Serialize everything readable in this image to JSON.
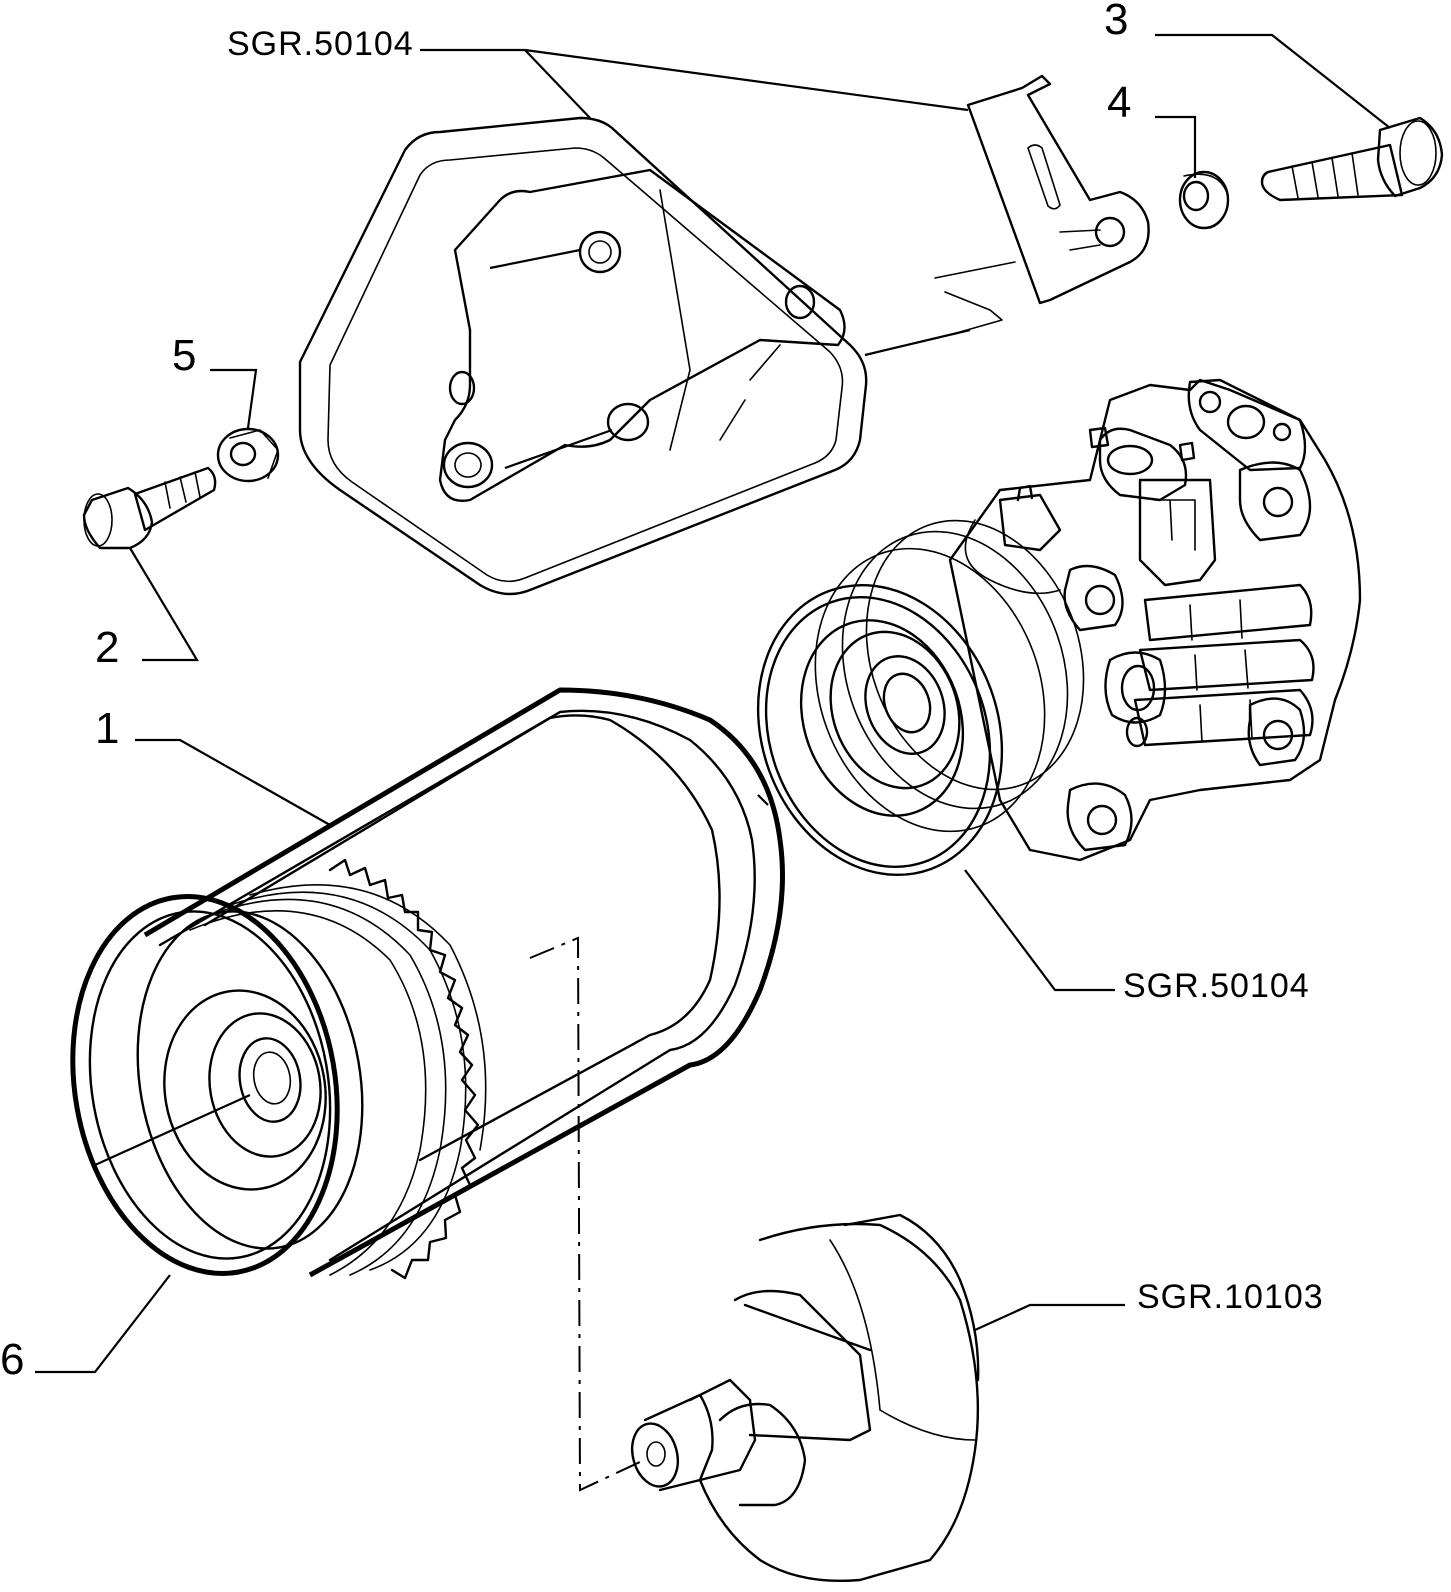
{
  "callouts": {
    "part_1": "1",
    "part_2": "2",
    "part_3": "3",
    "part_4": "4",
    "part_5": "5",
    "part_6": "6"
  },
  "references": {
    "bracket_top": "SGR.50104",
    "compressor": "SGR.50104",
    "crankshaft": "SGR.10103"
  },
  "colors": {
    "line": "#000000",
    "background": "#ffffff"
  }
}
